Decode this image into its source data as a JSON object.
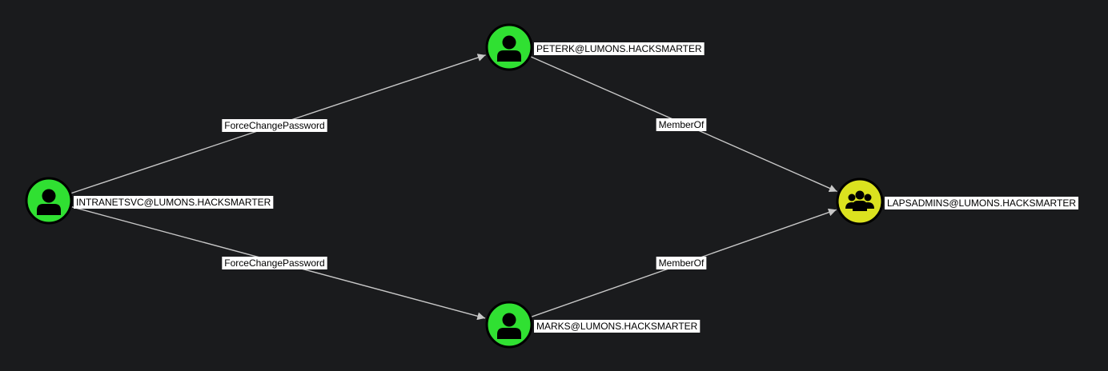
{
  "colors": {
    "background": "#1a1b1d",
    "user_node": "#30e032",
    "group_node": "#dbe21f",
    "node_border": "#000000",
    "edge": "#c8c8c8",
    "label_bg": "#ffffff",
    "label_text": "#000000"
  },
  "nodes": [
    {
      "id": "intranetsvc",
      "label": "INTRANETSVC@LUMONS.HACKSMARTER",
      "type": "user",
      "icon": "user-icon"
    },
    {
      "id": "peterk",
      "label": "PETERK@LUMONS.HACKSMARTER",
      "type": "user",
      "icon": "user-icon"
    },
    {
      "id": "marks",
      "label": "MARKS@LUMONS.HACKSMARTER",
      "type": "user",
      "icon": "user-icon"
    },
    {
      "id": "lapsadmins",
      "label": "LAPSADMINS@LUMONS.HACKSMARTER",
      "type": "group",
      "icon": "group-icon"
    }
  ],
  "edges": [
    {
      "id": "e1",
      "source": "intranetsvc",
      "target": "peterk",
      "label": "ForceChangePassword"
    },
    {
      "id": "e2",
      "source": "intranetsvc",
      "target": "marks",
      "label": "ForceChangePassword"
    },
    {
      "id": "e3",
      "source": "peterk",
      "target": "lapsadmins",
      "label": "MemberOf"
    },
    {
      "id": "e4",
      "source": "marks",
      "target": "lapsadmins",
      "label": "MemberOf"
    }
  ]
}
